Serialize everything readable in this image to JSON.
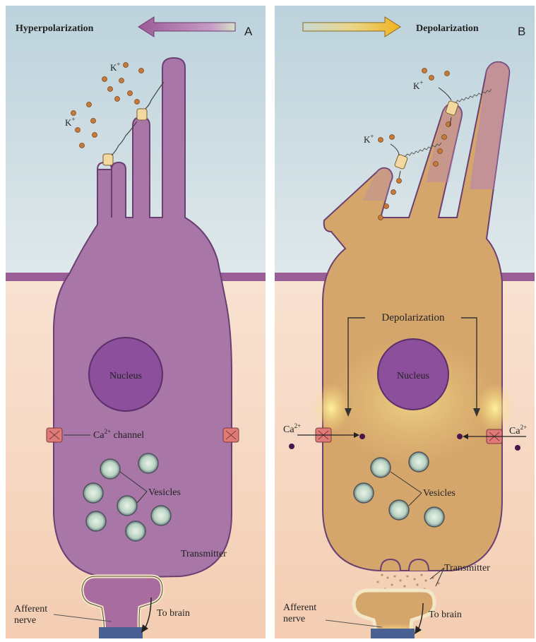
{
  "panel_a": {
    "direction_label": "Hyperpolarization",
    "panel_letter": "A",
    "ion_label_1": "K",
    "ion_label_2": "K",
    "ion_sup": "+",
    "nucleus_label": "Nucleus",
    "channel_label": "Ca",
    "channel_sup": "2+",
    "channel_word": "channel",
    "vesicles_label": "Vesicles",
    "transmitter_label": "Transmitter",
    "afferent_label_1": "Afferent",
    "afferent_label_2": "nerve",
    "to_brain_label": "To brain"
  },
  "panel_b": {
    "direction_label": "Depolarization",
    "panel_letter": "B",
    "ion_label_1": "K",
    "ion_label_2": "K",
    "ion_sup": "+",
    "depolarization_label": "Depolarization",
    "nucleus_label": "Nucleus",
    "ca_left": "Ca",
    "ca_right": "Ca",
    "ca_sup": "2+",
    "vesicles_label": "Vesicles",
    "transmitter_label": "Transmitter",
    "afferent_label_1": "Afferent",
    "afferent_label_2": "nerve",
    "to_brain_label": "To brain"
  },
  "colors": {
    "fluid_top": "#c9dbe3",
    "fluid_bottom": "#f6d8c4",
    "membrane_band": "#9a5e96",
    "cell_hyper": "#a775a6",
    "cell_depol": "#d4a46a",
    "nucleus": "#8a4f9a",
    "ion": "#c9763a",
    "channel": "#d96b6b",
    "arrow_hyper": "#a0649e",
    "arrow_depol": "#f1c23a"
  }
}
